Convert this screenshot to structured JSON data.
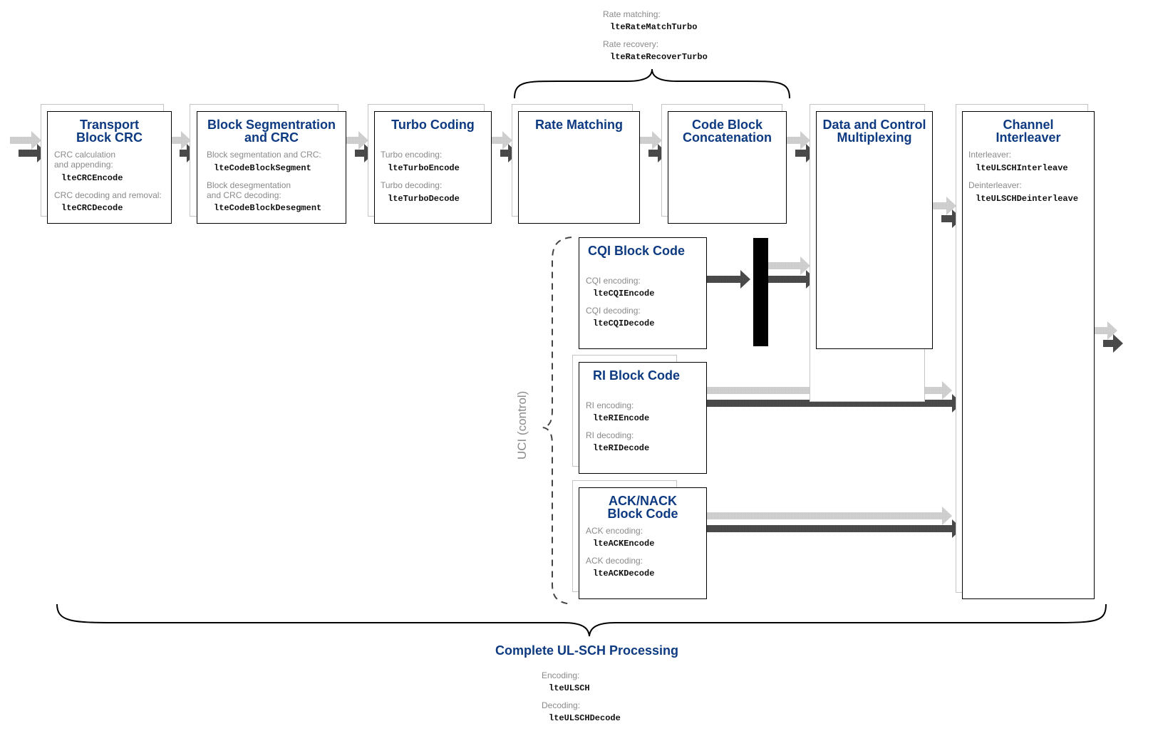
{
  "colors": {
    "title_blue": "#0d3a80",
    "label_gray": "#8a8a8a",
    "arrow_dark": "#4a4a4a",
    "arrow_light": "#cfcfcf",
    "shadow_border": "#c4c4c4"
  },
  "top_annotation": {
    "rate_matching_label": "Rate matching:",
    "rate_matching_fn": "lteRateMatchTurbo",
    "rate_recovery_label": "Rate recovery:",
    "rate_recovery_fn": "lteRateRecoverTurbo"
  },
  "blocks": {
    "transport_crc": {
      "title_line1": "Transport",
      "title_line2": "Block CRC",
      "enc_label_line1": "CRC calculation",
      "enc_label_line2": "and appending:",
      "enc_fn": "lteCRCEncode",
      "dec_label": "CRC decoding and removal:",
      "dec_fn": "lteCRCDecode"
    },
    "segmentation": {
      "title_line1": "Block Segmentration",
      "title_line2": "and CRC",
      "enc_label": "Block segmentation and CRC:",
      "enc_fn": "lteCodeBlockSegment",
      "dec_label_line1": "Block desegmentation",
      "dec_label_line2": "and CRC decoding:",
      "dec_fn": "lteCodeBlockDesegment"
    },
    "turbo": {
      "title": "Turbo Coding",
      "enc_label": "Turbo encoding:",
      "enc_fn": "lteTurboEncode",
      "dec_label": "Turbo decoding:",
      "dec_fn": "lteTurboDecode"
    },
    "rate_matching": {
      "title": "Rate Matching"
    },
    "concatenation": {
      "title_line1": "Code Block",
      "title_line2": "Concatenation"
    },
    "multiplexing": {
      "title_line1": "Data and Control",
      "title_line2": "Multiplexing"
    },
    "interleaver": {
      "title_line1": "Channel",
      "title_line2": "Interleaver",
      "enc_label": "Interleaver:",
      "enc_fn": "lteULSCHInterleave",
      "dec_label": "Deinterleaver:",
      "dec_fn": "lteULSCHDeinterleave"
    },
    "cqi": {
      "title": "CQI Block Code",
      "enc_label": "CQI encoding:",
      "enc_fn": "lteCQIEncode",
      "dec_label": "CQI decoding:",
      "dec_fn": "lteCQIDecode"
    },
    "ri": {
      "title": "RI Block Code",
      "enc_label": "RI encoding:",
      "enc_fn": "lteRIEncode",
      "dec_label": "RI decoding:",
      "dec_fn": "lteRIDecode"
    },
    "ack": {
      "title_line1": "ACK/NACK",
      "title_line2": "Block Code",
      "enc_label": "ACK encoding:",
      "enc_fn": "lteACKEncode",
      "dec_label": "ACK decoding:",
      "dec_fn": "lteACKDecode"
    }
  },
  "uci_label": "UCI (control)",
  "complete": {
    "title": "Complete UL-SCH Processing",
    "enc_label": "Encoding:",
    "enc_fn": "lteULSCH",
    "dec_label": "Decoding:",
    "dec_fn": "lteULSCHDecode"
  }
}
